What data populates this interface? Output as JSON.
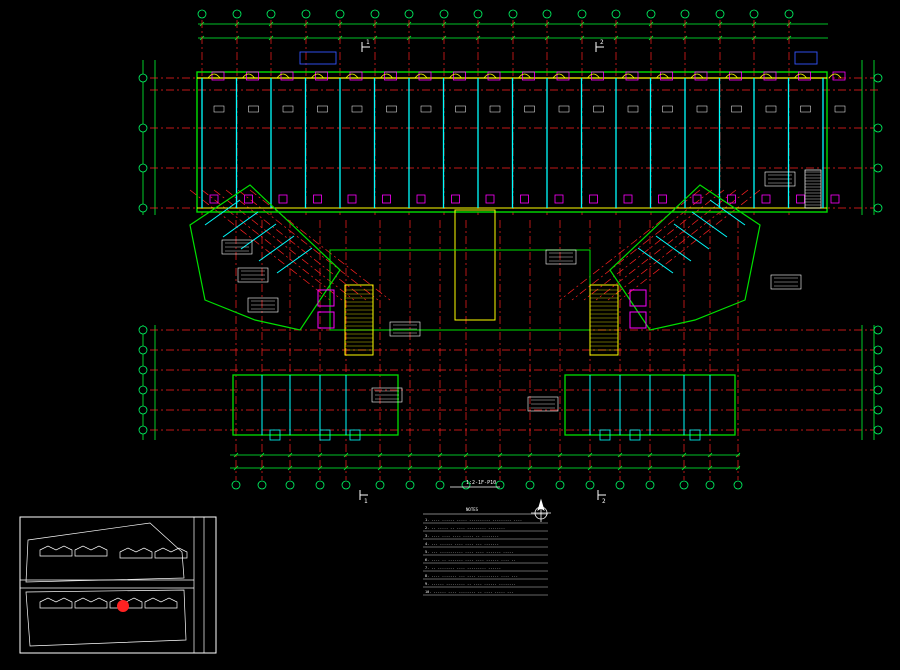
{
  "drawing": {
    "background": "#000000",
    "colors": {
      "axis": "#ff2020",
      "wall": "#00e000",
      "dim": "#00ff33",
      "bubble": "#00ff66",
      "cyan": "#00ffff",
      "magenta": "#ff00ff",
      "yellow": "#ffff00",
      "white": "#ffffff",
      "blue": "#3355ff",
      "text_box": "#ffffff"
    },
    "section_marks": [
      "1",
      "2"
    ],
    "plan_title": "1:2-1F-P10",
    "notes_title": "NOTES",
    "notes_lines": [
      "1. ---- ------ ----- ---------- --------- ----",
      "2. -- ----- -- ---- --------- --------",
      "3. ---- ---- ---- ----- -- --------",
      "4. --- ------ ---- ---- --- -------",
      "5. --- ----------- ---- ---- ------- -----",
      "6. ---- -- ------- ---- ---- ------ ---- --",
      "7. -- -------- ---- --------- ------",
      "8. ---- ------- --- ---- ---------- ---- ---",
      "9. ------ --------- -- ---- ------ --------",
      "10. ------ ---- -------- -- ---- ----- ---"
    ],
    "key_plan": {
      "highlight_color": "#ff2222"
    }
  }
}
